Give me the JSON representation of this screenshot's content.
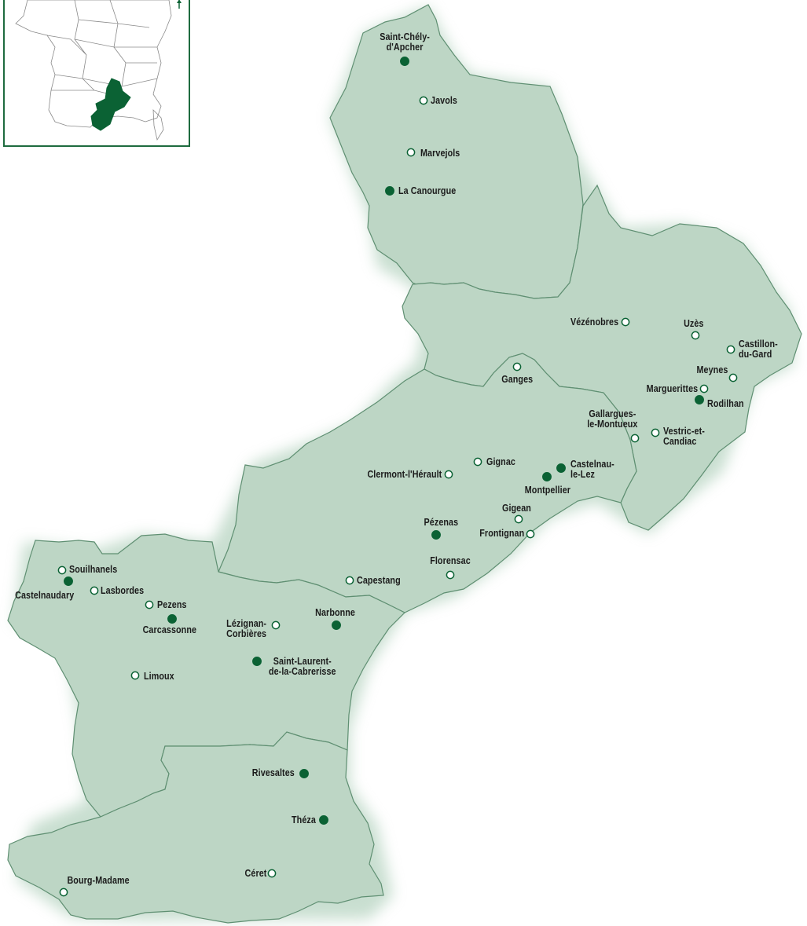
{
  "colors": {
    "region_fill": "#bdd6c5",
    "region_stroke": "#5f8f72",
    "accent": "#0b6234",
    "open_marker": "#ffffff",
    "filled_marker": "#0b6234"
  },
  "inset": {
    "icon": "north-arrow-icon"
  },
  "legend_marker_types": [
    "filled",
    "open"
  ],
  "cities": [
    {
      "id": "saint-chely-dapcher",
      "name": "Saint-Chély-\nd'Apcher",
      "marker": "filled"
    },
    {
      "id": "javols",
      "name": "Javols",
      "marker": "open"
    },
    {
      "id": "marvejols",
      "name": "Marvejols",
      "marker": "open"
    },
    {
      "id": "la-canourgue",
      "name": "La Canourgue",
      "marker": "filled"
    },
    {
      "id": "vezenobres",
      "name": "Vézénobres",
      "marker": "open"
    },
    {
      "id": "uzes",
      "name": "Uzès",
      "marker": "open"
    },
    {
      "id": "castillon-du-gard",
      "name": "Castillon-\ndu-Gard",
      "marker": "open"
    },
    {
      "id": "ganges",
      "name": "Ganges",
      "marker": "open"
    },
    {
      "id": "meynes",
      "name": "Meynes",
      "marker": "open"
    },
    {
      "id": "marguerittes",
      "name": "Marguerittes",
      "marker": "open"
    },
    {
      "id": "rodilhan",
      "name": "Rodilhan",
      "marker": "filled"
    },
    {
      "id": "gallargues-le-montueux",
      "name": "Gallargues-\nle-Montueux",
      "marker": "open"
    },
    {
      "id": "vestric-et-candiac",
      "name": "Vestric-et-\nCandiac",
      "marker": "open"
    },
    {
      "id": "gignac",
      "name": "Gignac",
      "marker": "open"
    },
    {
      "id": "castelnau-le-lez",
      "name": "Castelnau-\nle-Lez",
      "marker": "filled"
    },
    {
      "id": "clermont-lherault",
      "name": "Clermont-l'Hérault",
      "marker": "open"
    },
    {
      "id": "montpellier",
      "name": "Montpellier",
      "marker": "filled"
    },
    {
      "id": "gigean",
      "name": "Gigean",
      "marker": "open"
    },
    {
      "id": "pezenas",
      "name": "Pézenas",
      "marker": "filled"
    },
    {
      "id": "frontignan",
      "name": "Frontignan",
      "marker": "open"
    },
    {
      "id": "florensac",
      "name": "Florensac",
      "marker": "open"
    },
    {
      "id": "capestang",
      "name": "Capestang",
      "marker": "open"
    },
    {
      "id": "souilhanels",
      "name": "Souilhanels",
      "marker": "open"
    },
    {
      "id": "castelnaudary",
      "name": "Castelnaudary",
      "marker": "filled"
    },
    {
      "id": "lasbordes",
      "name": "Lasbordes",
      "marker": "open"
    },
    {
      "id": "pezens",
      "name": "Pezens",
      "marker": "open"
    },
    {
      "id": "carcassonne",
      "name": "Carcassonne",
      "marker": "filled"
    },
    {
      "id": "lezignan-corbieres",
      "name": "Lézignan-\nCorbières",
      "marker": "open"
    },
    {
      "id": "narbonne",
      "name": "Narbonne",
      "marker": "filled"
    },
    {
      "id": "saint-laurent-de-la-cabrerisse",
      "name": "Saint-Laurent-\nde-la-Cabrerisse",
      "marker": "filled"
    },
    {
      "id": "limoux",
      "name": "Limoux",
      "marker": "open"
    },
    {
      "id": "rivesaltes",
      "name": "Rivesaltes",
      "marker": "filled"
    },
    {
      "id": "theza",
      "name": "Théza",
      "marker": "filled"
    },
    {
      "id": "bourg-madame",
      "name": "Bourg-Madame",
      "marker": "open"
    },
    {
      "id": "ceret",
      "name": "Céret",
      "marker": "open"
    }
  ]
}
